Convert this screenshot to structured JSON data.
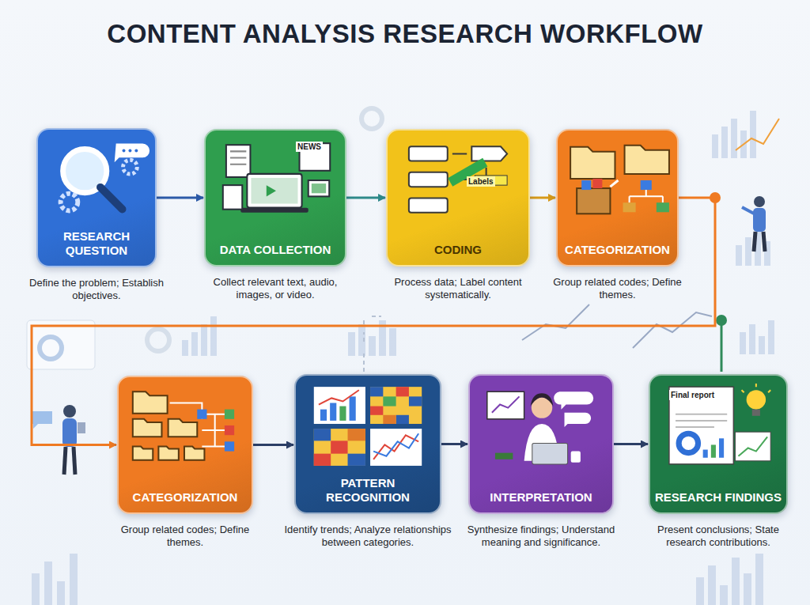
{
  "diagram": {
    "title": "CONTENT ANALYSIS RESEARCH WORKFLOW",
    "nodes": [
      {
        "text": [
          "RESEARCH QUESTION",
          "Define the problem; Establish objectives."
        ]
      },
      {
        "text": [
          "DATA COLLECTION",
          "Collect relevant text, audio, images, or video."
        ]
      },
      {
        "text": [
          "CODING",
          "Process data; Label content systematically."
        ]
      },
      {
        "text": [
          "CATEGORIZATION",
          "Group related codes; Define themes."
        ]
      },
      {
        "text": [
          "CATEGORIZATION",
          "Group related codes; Define themes."
        ]
      },
      {
        "text": [
          "PATTERN RECOGNITION",
          "Identify trends; Analyze relationships between categories."
        ]
      },
      {
        "text": [
          "INTERPRETATION",
          "Synthesize findings; Understand meaning and significance."
        ]
      },
      {
        "text": [
          "RESEARCH FINDINGS",
          "Present conclusions; State research contributions."
        ]
      }
    ],
    "edges": [
      {
        "from": 0,
        "to": 1,
        "arrow": "to"
      },
      {
        "from": 1,
        "to": 2,
        "arrow": "to"
      },
      {
        "from": 2,
        "to": 3,
        "arrow": "to"
      },
      {
        "from": 3,
        "to": 4,
        "arrow": "to"
      },
      {
        "from": 4,
        "to": 5,
        "arrow": "to"
      },
      {
        "from": 5,
        "to": 6,
        "arrow": "to"
      },
      {
        "from": 6,
        "to": 7,
        "arrow": "to"
      }
    ],
    "labels": [
      "NEWS",
      "Labels",
      "Final report"
    ]
  }
}
